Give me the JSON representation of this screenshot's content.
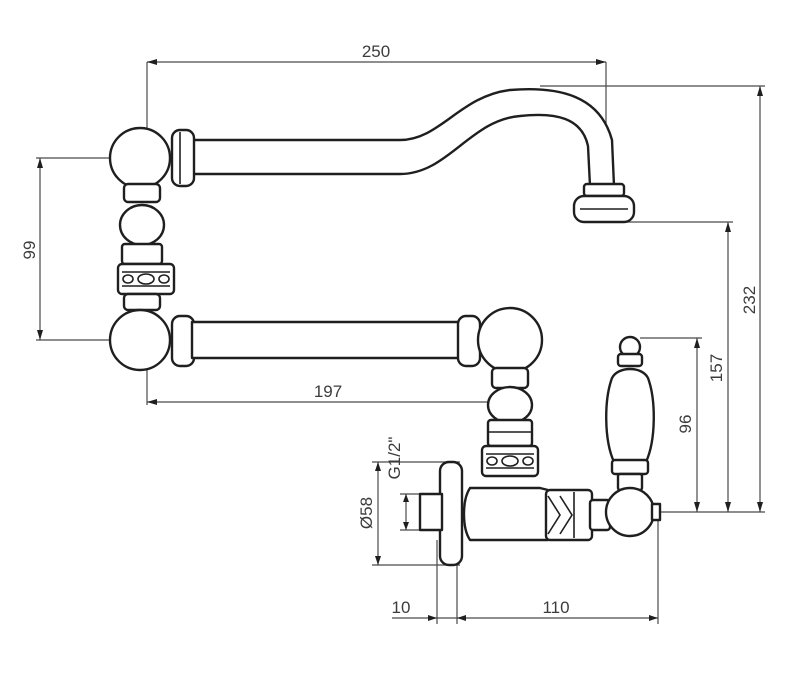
{
  "dimensions": {
    "overall_reach": "250",
    "lower_arm_reach": "197",
    "arm_spacing": "99",
    "overall_height": "232",
    "spout_outlet_height": "157",
    "lever_height": "96",
    "flange_diameter": "Ø58",
    "thread_size": "G1/2\"",
    "flange_thickness": "10",
    "body_depth": "110"
  }
}
